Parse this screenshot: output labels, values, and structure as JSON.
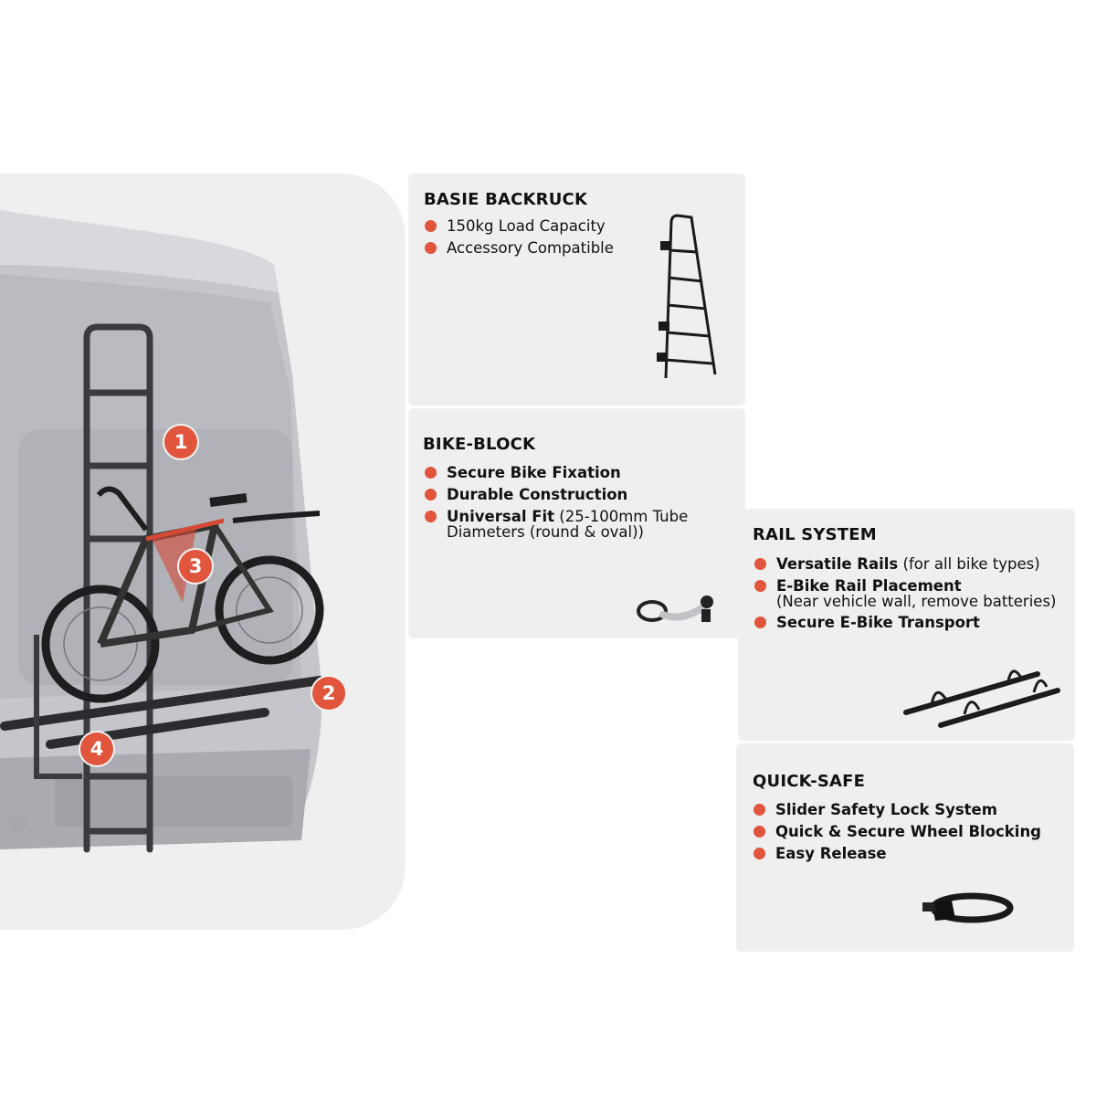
{
  "brand": {
    "accent": "#e0553b",
    "panel_bg": "#efefef"
  },
  "markers": [
    "1",
    "2",
    "3",
    "4"
  ],
  "van_image": {
    "icon": "van-rear-with-bike-carrier-illustration"
  },
  "cards": {
    "backruck": {
      "title": "BASIE BACKRUCK",
      "items": [
        "150kg Load Capacity",
        "Accessory Compatible"
      ],
      "icon": "ladder-icon"
    },
    "bikeblock": {
      "title": "BIKE-BLOCK",
      "items": [
        {
          "bold": "Secure Bike Fixation"
        },
        {
          "bold": "Durable Construction"
        },
        {
          "bold": "Universal Fit",
          "rest": " (25-100mm Tube",
          "sub": "Diameters (round & oval))"
        }
      ],
      "icon": "bike-clamp-icon"
    },
    "rail": {
      "title": "RAIL SYSTEM",
      "items": [
        {
          "bold": "Versatile Rails",
          "rest": " (for all bike types)"
        },
        {
          "bold": "E-Bike Rail Placement",
          "sub": "(Near vehicle wall, remove batteries)"
        },
        {
          "bold": "Secure E-Bike Transport"
        }
      ],
      "icon": "rail-icon"
    },
    "quicksafe": {
      "title": "QUICK-SAFE",
      "items": [
        "Slider Safety Lock System",
        "Quick & Secure Wheel Blocking",
        "Easy Release"
      ],
      "icon": "strap-icon"
    }
  }
}
